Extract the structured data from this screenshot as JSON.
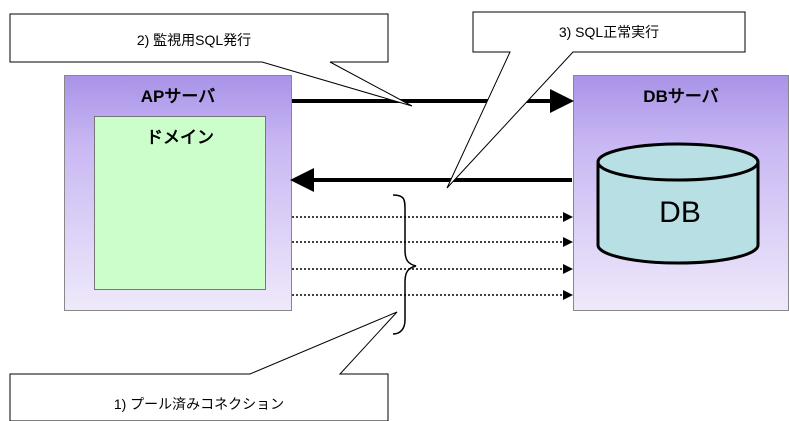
{
  "ap_server": {
    "title": "APサーバ",
    "domain_label": "ドメイン"
  },
  "db_server": {
    "title": "DBサーバ",
    "db_label": "DB"
  },
  "callouts": {
    "issue_sql": "2) 監視用SQL発行",
    "sql_success": "3) SQL正常実行",
    "pooled_connections": "1) プール済みコネクション"
  },
  "colors": {
    "server_gradient_top": "#a993e8",
    "server_gradient_bottom": "#efe9fb",
    "domain_fill": "#ccfecc",
    "db_cylinder_fill": "#b7dfe4"
  }
}
